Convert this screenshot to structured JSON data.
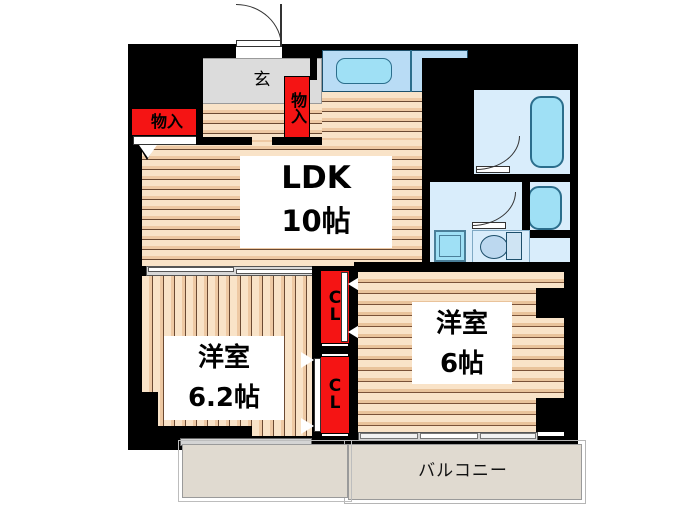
{
  "plan": {
    "type": "japanese-floor-plan",
    "layout_name": "2LDK",
    "rooms": [
      {
        "id": "ldk",
        "name_line1": "LDK",
        "name_line2": "10帖",
        "size": "10帖"
      },
      {
        "id": "washitsu_l",
        "name_line1": "洋室",
        "name_line2": "6.2帖",
        "size": "6.2帖"
      },
      {
        "id": "washitsu_r",
        "name_line1": "洋室",
        "name_line2": "6帖",
        "size": "6帖"
      }
    ],
    "genkan_label": "玄",
    "storage_left_label": "物入",
    "storage_right_label": "物入",
    "closet_upper_line1": "C",
    "closet_upper_line2": "L",
    "closet_lower_line1": "C",
    "closet_lower_line2": "L",
    "balcony_label": "バルコニー",
    "colors": {
      "wall": "#000000",
      "floor": "#f7dfc2",
      "closet_red": "#f51414",
      "water_area": "#d9edfb",
      "fixture_blue": "#9fe0f5",
      "kitchen_counter": "#b9dcf5",
      "genkan_tile": "#dcdcdc",
      "balcony": "#e0dad0",
      "burner": "#c8751e"
    },
    "fixtures": [
      {
        "name": "kitchen-sink"
      },
      {
        "name": "gas-stove-3-burner"
      },
      {
        "name": "bathtub"
      },
      {
        "name": "washbasin"
      },
      {
        "name": "toilet"
      },
      {
        "name": "washing-machine-pan"
      }
    ]
  }
}
